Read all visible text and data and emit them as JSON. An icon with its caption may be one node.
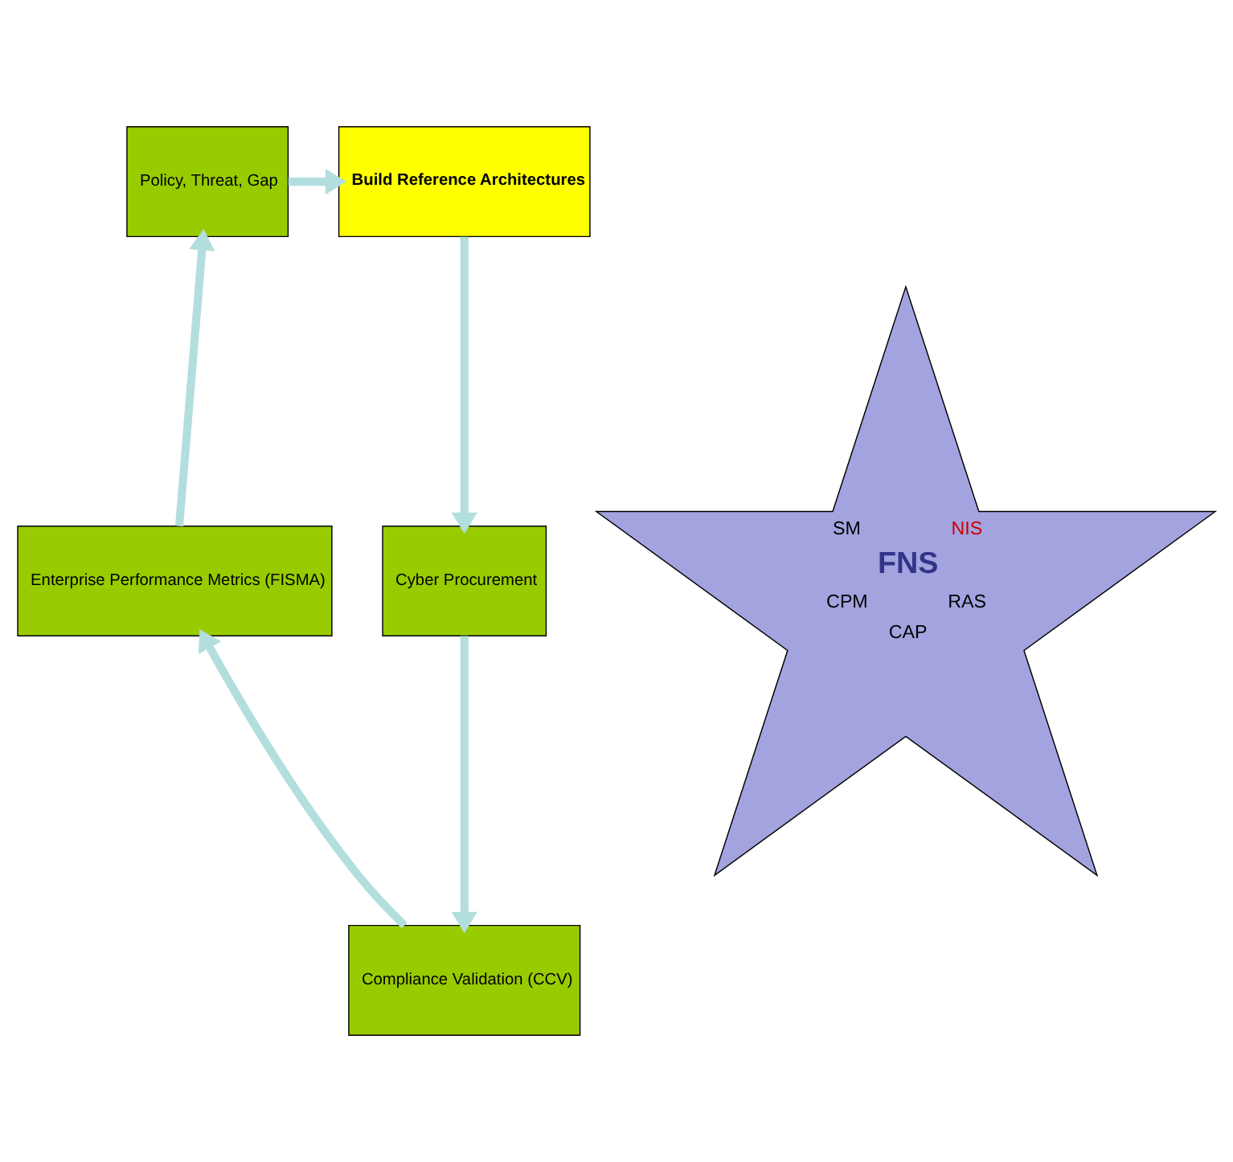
{
  "diagram": {
    "nodes": [
      {
        "text": [
          "Policy, Threat, Gap"
        ]
      },
      {
        "text": [
          "Build Reference Architectures"
        ]
      },
      {
        "text": [
          "Cyber Procurement"
        ]
      },
      {
        "text": [
          "Compliance Validation (CCV)"
        ]
      },
      {
        "text": [
          "Enterprise Performance Metrics (FISMA)"
        ]
      },
      {
        "text": [
          "SM",
          "NIS",
          "FNS",
          "CPM",
          "RAS",
          "CAP"
        ]
      }
    ],
    "edges": [
      {
        "from": 0,
        "to": 1,
        "arrow": "to"
      },
      {
        "from": 1,
        "to": 2,
        "arrow": "to"
      },
      {
        "from": 2,
        "to": 3,
        "arrow": "to"
      },
      {
        "from": 3,
        "to": 4,
        "arrow": "to"
      },
      {
        "from": 4,
        "to": 0,
        "arrow": "to"
      }
    ]
  }
}
